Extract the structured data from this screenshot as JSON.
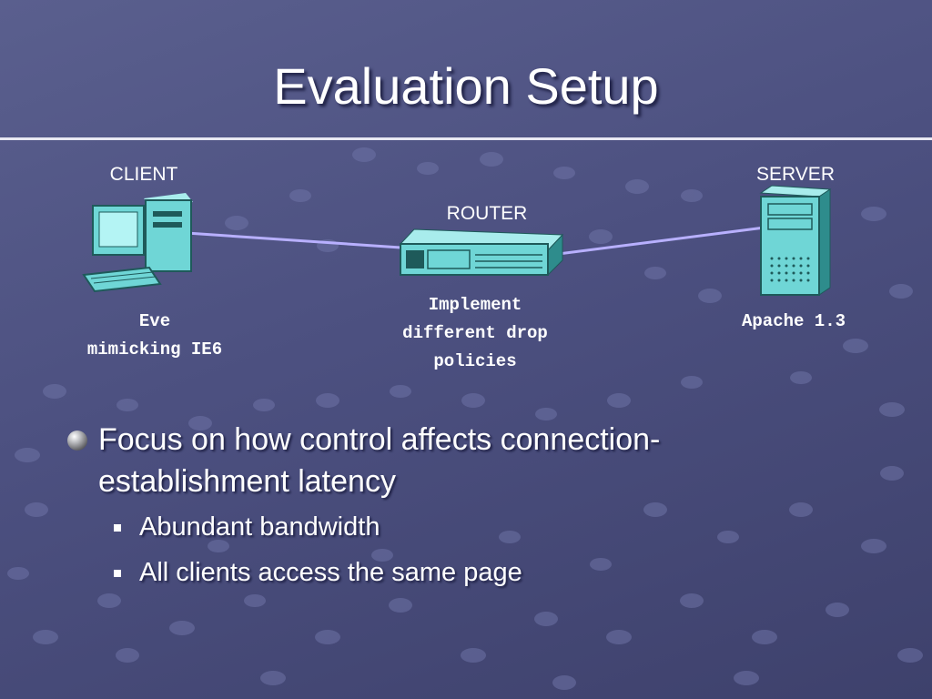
{
  "slide": {
    "title": "Evaluation Setup"
  },
  "diagram": {
    "client": {
      "label": "CLIENT",
      "caption_line1": "Eve",
      "caption_line2": "mimicking IE6",
      "icon": "desktop-computer-icon"
    },
    "router": {
      "label": "ROUTER",
      "caption_line1": "Implement",
      "caption_line2": "different drop",
      "caption_line3": "policies",
      "icon": "router-icon"
    },
    "server": {
      "label": "SERVER",
      "caption_line1": "Apache 1.3",
      "icon": "server-tower-icon"
    }
  },
  "bullets": {
    "main": {
      "line1": "Focus on how control affects connection-",
      "line2": "establishment latency"
    },
    "sub": [
      "Abundant bandwidth",
      "All clients access the same page"
    ]
  },
  "colors": {
    "background": "#4c5080",
    "link": "#b8b0ff",
    "device": "#6fd6d6"
  }
}
